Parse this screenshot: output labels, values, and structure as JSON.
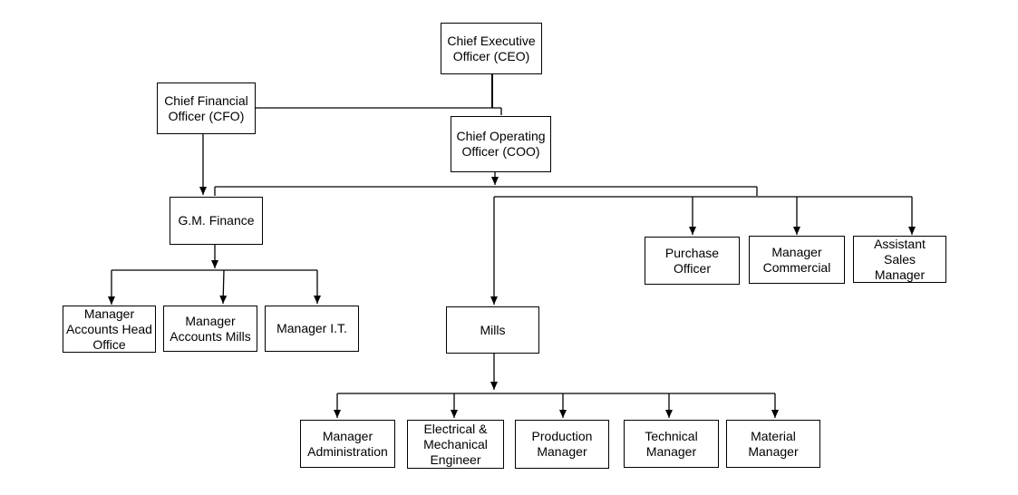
{
  "nodes": {
    "ceo": "Chief Executive\nOfficer (CEO)",
    "cfo": "Chief Financial\nOfficer (CFO)",
    "coo": "Chief Operating\nOfficer (COO)",
    "gm_finance": "G.M. Finance",
    "purchase_officer": "Purchase\nOfficer",
    "manager_commercial": "Manager\nCommercial",
    "assistant_sales_manager": "Assistant Sales\nManager",
    "manager_accounts_head_office": "Manager\nAccounts Head\nOffice",
    "manager_accounts_mills": "Manager\nAccounts Mills",
    "manager_it": "Manager I.T.",
    "mills": "Mills",
    "manager_administration": "Manager\nAdministration",
    "electrical_mechanical_engineer": "Electrical &\nMechanical\nEngineer",
    "production_manager": "Production\nManager",
    "technical_manager": "Technical\nManager",
    "material_manager": "Material\nManager"
  }
}
